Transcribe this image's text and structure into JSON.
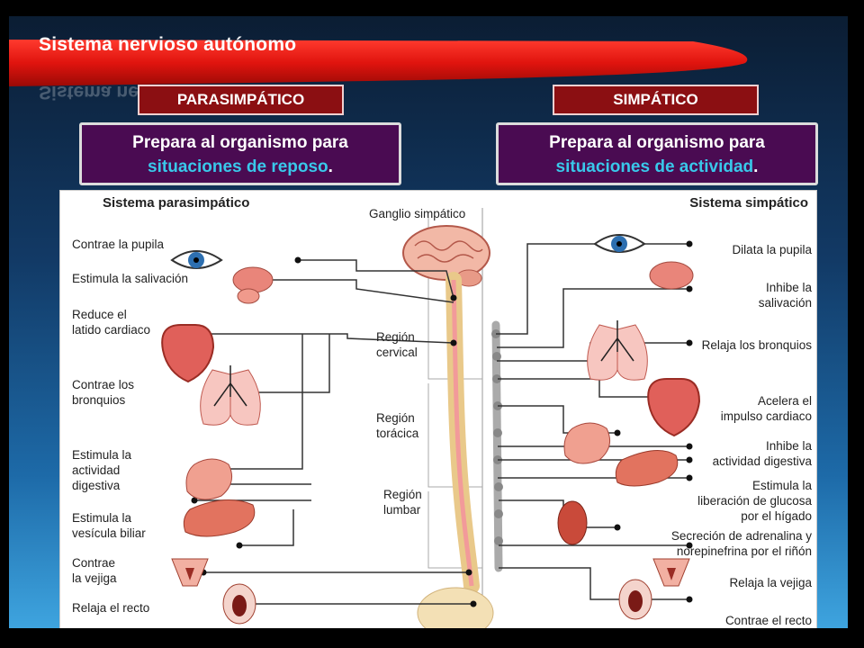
{
  "slide": {
    "title": "Sistema nervioso autónomo",
    "parasympathetic_label": "PARASIMPÁTICO",
    "sympathetic_label": "SIMPÁTICO",
    "parasympathetic_box": {
      "line1": "Prepara al organismo para",
      "highlight": "situaciones de reposo",
      "suffix": "."
    },
    "sympathetic_box": {
      "line1": "Prepara al organismo para",
      "highlight": "situaciones de actividad",
      "suffix": "."
    }
  },
  "diagram": {
    "left_title": "Sistema parasimpático",
    "right_title": "Sistema simpático",
    "center_title": "Ganglio simpático",
    "regions": [
      "Región\ncervical",
      "Región\ntorácica",
      "Región\nlumbar"
    ],
    "left_items": [
      "Contrae la pupila",
      "Estimula la salivación",
      "Reduce el\nlatido cardiaco",
      "Contrae los\nbronquios",
      "Estimula la\nactividad\ndigestiva",
      "Estimula la\nvesícula biliar",
      "Contrae\nla vejiga",
      "Relaja el recto"
    ],
    "right_items": [
      "Dilata la pupila",
      "Inhibe la\nsalivación",
      "Relaja los bronquios",
      "Acelera el\nimpulso cardiaco",
      "Inhibe la\nactividad digestiva",
      "Estimula la\nliberación de glucosa\npor el hígado",
      "Secreción de adrenalina y\nnorepinefrina por el riñón",
      "Relaja la vejiga",
      "Contrae el recto"
    ]
  },
  "colors": {
    "label_red": "#8b0f12",
    "box_purple": "#4a0b52",
    "highlight_cyan": "#39c8ea",
    "organ_red": "#e0605a",
    "spine": "#e9c98a"
  }
}
